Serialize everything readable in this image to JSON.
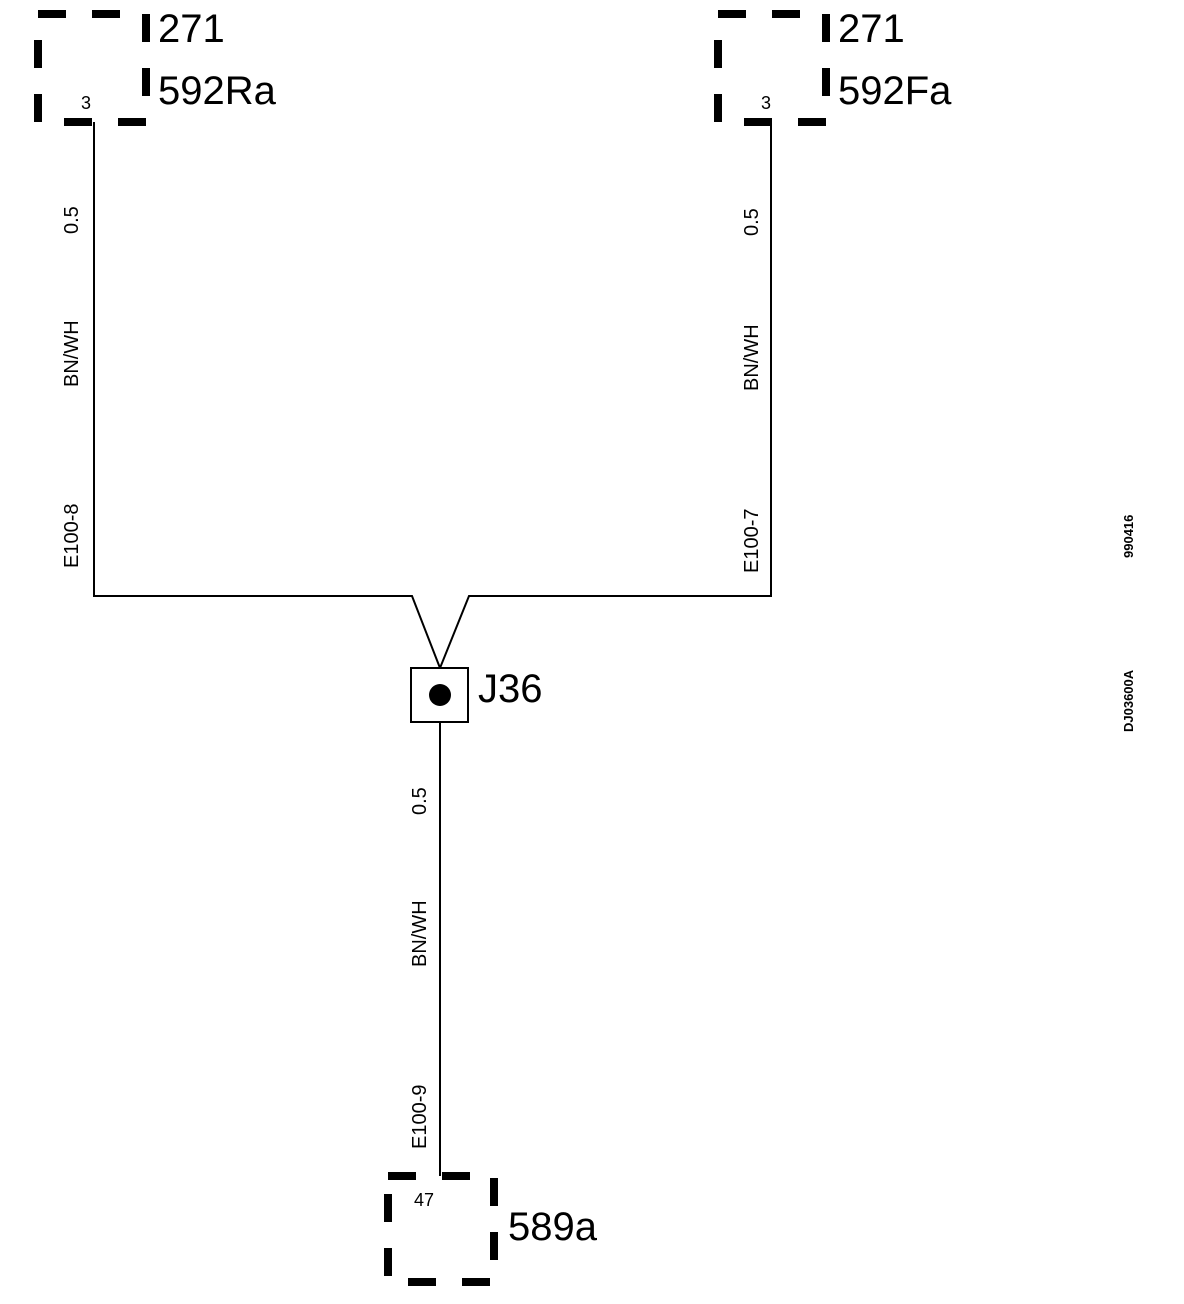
{
  "connectors": {
    "top_left": {
      "page_ref": "271",
      "name": "592Ra",
      "pin": "3"
    },
    "top_right": {
      "page_ref": "271",
      "name": "592Fa",
      "pin": "3"
    },
    "bottom": {
      "name": "589a",
      "pin": "47"
    }
  },
  "splice": {
    "label": "J36"
  },
  "wires": {
    "left": {
      "size": "0.5",
      "color_code": "BN/WH",
      "circuit": "E100-8"
    },
    "right": {
      "size": "0.5",
      "color_code": "BN/WH",
      "circuit": "E100-7"
    },
    "bottom": {
      "size": "0.5",
      "color_code": "BN/WH",
      "circuit": "E100-9"
    }
  },
  "side_labels": {
    "date_code": "990416",
    "drawing_id": "DJ03600A"
  }
}
